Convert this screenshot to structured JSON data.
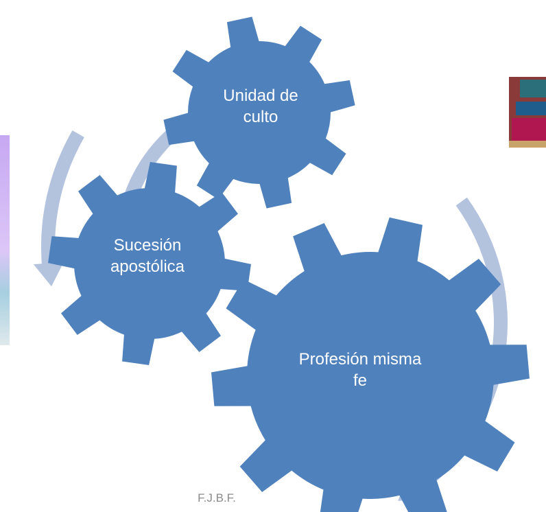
{
  "colors": {
    "gear_fill": "#4f81bd",
    "arrow_fill": "#b3c3de",
    "footer_text": "#8a8a8a"
  },
  "gears": [
    {
      "id": "unidad",
      "lines": [
        "Unidad de",
        "culto"
      ]
    },
    {
      "id": "sucesion",
      "lines": [
        "Sucesión",
        "apostólica"
      ]
    },
    {
      "id": "profesion",
      "lines": [
        "Profesión misma",
        "fe"
      ]
    }
  ],
  "footer": "F.J.B.F."
}
